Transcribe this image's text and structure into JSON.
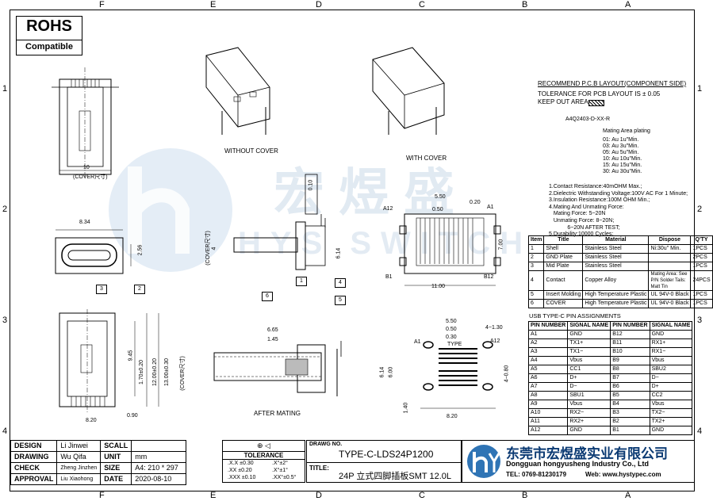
{
  "badge": {
    "title": "ROHS",
    "subtitle": "Compatible"
  },
  "zones": {
    "columns": [
      "F",
      "E",
      "D",
      "C",
      "B",
      "A"
    ],
    "rows": [
      "1",
      "2",
      "3",
      "4"
    ]
  },
  "views": {
    "without_cover": "WITHOUT COVER",
    "with_cover": "WITH COVER",
    "after_mating": "AFTER MATING"
  },
  "watermark": {
    "cn": "宏煜盛",
    "en": "HYS SWITCH"
  },
  "dimensions": {
    "top_left_width": "10",
    "top_left_note": "(COVER尺寸)",
    "front_width": "8.34",
    "front_height": "2.56",
    "side_rot": "0.10",
    "side_total": "6.14",
    "side_inner": "4",
    "side_note": "(COVER尺寸)",
    "pcb_top_550": "5.50",
    "pcb_top_050": "0.50",
    "pcb_top_020": "0.20",
    "pcb_height": "7.00",
    "pcb_width": "11.00",
    "bottom_height_945": "9.45",
    "bottom_170": "1.70±0.20",
    "bottom_1200": "12.00±0.20",
    "bottom_1300": "13.00±0.30",
    "bottom_cover_note": "(COVER尺寸)",
    "bottom_width": "8.20",
    "bottom_090": "0.90",
    "mate_665": "6.65",
    "mate_145": "1.45",
    "fp_550": "5.50",
    "fp_050": "0.50",
    "fp_030": "0.30",
    "fp_type": "TYPE",
    "fp_4x130": "4−1.30",
    "fp_614": "6.14",
    "fp_600": "6.00",
    "fp_4x080": "4−0.80",
    "fp_140": "1.40",
    "fp_820": "8.20"
  },
  "pin_labels": {
    "a12": "A12",
    "a1": "A1",
    "b1": "B1",
    "b12": "B12"
  },
  "callouts": [
    "1",
    "2",
    "3",
    "4",
    "5",
    "6"
  ],
  "pcb_notes": {
    "heading": "RECOMMEND P.C.B LAYOUT(COMPONENT SIDE)",
    "tolerance": "TOLERANCE FOR PCB LAYOUT IS ± 0.05",
    "keepout": "KEEP OUT AREA"
  },
  "part_number": {
    "code": "A4Q2403-D-XX-R",
    "plating_title": "Mating Area plating",
    "options": [
      "01: Au 1u\"Min.",
      "03: Au 3u\"Min.",
      "05: Au 5u\"Min.",
      "10: Au 10u\"Min.",
      "15: Au 15u\"Min.",
      "30: Au 30u\"Min."
    ]
  },
  "specs": [
    "1.Contact Resistance:40mOHM Max.;",
    "2.Dielectric Withstanding Voltage:100V AC For 1 Minute;",
    "3.Insulation Resistance:100M OHM Min.;",
    "4.Mating And Unmating Force:",
    "   Mating Force: 5~20N",
    "   Unmating Force: 8~20N;",
    "            6~20N AFTER TEST;",
    "5.Durability:10000 Cycles;"
  ],
  "bom": {
    "headers": [
      "Item",
      "Title",
      "Material",
      "Dispose",
      "Q'TY"
    ],
    "rows": [
      [
        "1",
        "Shell",
        "Stainless Steel",
        "Ni:30u\" Min.",
        "1PCS"
      ],
      [
        "2",
        "GND Plate",
        "Stainless Steel",
        "",
        "2PCS"
      ],
      [
        "3",
        "Mid Plate",
        "Stainless Steel",
        "",
        "1PCS"
      ],
      [
        "4",
        "Contact",
        "Copper Alloy",
        "Mating Area: See P/N Solder Tails: Matt Tin",
        "24PCS"
      ],
      [
        "5",
        "Insert Molding",
        "High Temperature Plastic",
        "UL 94V-0 Black",
        "1PCS"
      ],
      [
        "6",
        "COVER",
        "High Temperature Plastic",
        "UL 94V-0 Black",
        "1PCS"
      ]
    ]
  },
  "pin_table": {
    "title": "USB TYPE-C PIN ASSIGNMENTS",
    "headers": [
      "PIN NUMBER",
      "SIGNAL NAME",
      "PIN NUMBER",
      "SIGNAL NAME"
    ],
    "rows": [
      [
        "A1",
        "GND",
        "B12",
        "GND"
      ],
      [
        "A2",
        "TX1+",
        "B11",
        "RX1+"
      ],
      [
        "A3",
        "TX1−",
        "B10",
        "RX1−"
      ],
      [
        "A4",
        "Vbus",
        "B9",
        "Vbus"
      ],
      [
        "A5",
        "CC1",
        "B8",
        "SBU2"
      ],
      [
        "A6",
        "D+",
        "B7",
        "D−"
      ],
      [
        "A7",
        "D−",
        "B6",
        "D+"
      ],
      [
        "A8",
        "SBU1",
        "B5",
        "CC2"
      ],
      [
        "A9",
        "Vbus",
        "B4",
        "Vbus"
      ],
      [
        "A10",
        "RX2−",
        "B3",
        "TX2−"
      ],
      [
        "A11",
        "RX2+",
        "B2",
        "TX2+"
      ],
      [
        "A12",
        "GND",
        "B1",
        "GND"
      ]
    ]
  },
  "title_block": {
    "design_k": "DESIGN",
    "design_v": "Li Jinwei",
    "drawing_k": "DRAWING",
    "drawing_v": "Wu Qifa",
    "check_k": "CHECK",
    "check_v": "Zheng Jinzhen",
    "approval_k": "APPROVAL",
    "approval_v": "Liu Xiaohong",
    "scale_k": "SCALL",
    "scale_v": "",
    "unit_k": "UNIT",
    "unit_v": "mm",
    "size_k": "SIZE",
    "size_v": "A4: 210 * 297",
    "date_k": "DATE",
    "date_v": "2020-08-10",
    "tolerance_k": "TOLERANCE",
    "tol_rows": [
      [
        ".X.X ±0.30",
        ".X°±2°"
      ],
      [
        ".XX ±0.20",
        ".X°±1°"
      ],
      [
        ".XXX ±0.10",
        ".XX°±0.5°"
      ]
    ],
    "drawing_no_k": "DRAWG NO.",
    "drawing_no_v": "TYPE-C-LDS24P1200",
    "title_k": "TITLE:",
    "title_v": "24P 立式四脚插板SMT 12.0L"
  },
  "company": {
    "name_cn": "东莞市宏煜盛实业有限公司",
    "name_en": "Dongguan hongyusheng Industry Co., Ltd",
    "tel": "TEL: 0769-81230179",
    "web": "Web: www.hystypec.com"
  }
}
